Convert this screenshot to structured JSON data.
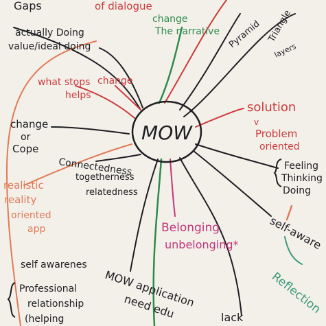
{
  "palette": {
    "paper": "#f3f0ea",
    "ink_black": "#1d1d22",
    "ink_red": "#cc3b3b",
    "ink_green": "#2e8a4a",
    "ink_orange": "#e07a55",
    "ink_pink": "#c2357a",
    "ink_teal": "#3c9a7a"
  },
  "mindmap": {
    "center": "MOW",
    "notes": {
      "gaps": "Gaps",
      "of_dialogue": "of dialogue",
      "change_the": "change",
      "the_narrative": "The narrative",
      "actually_doing": "actually Doing",
      "value_ideal": "value/ideal doing",
      "pyramid": "Pyramid",
      "triangle": "Triangle",
      "layers": "layers",
      "what_stops": "what stops",
      "helps": "helps",
      "change_red": "change",
      "solution": "solution",
      "v": "v",
      "problem": "Problem",
      "oriented": "oriented",
      "change_or": "change",
      "or": "or",
      "cope": "Cope",
      "connectedness": "Connectedness",
      "togetherness": "togetherness",
      "relatedness": "relatedness",
      "feeling": "Feeling",
      "thinking": "Thinking",
      "doing": "Doing",
      "realistic": "realistic",
      "reality": "reality",
      "oriented2": "oriented",
      "app": "app",
      "self_aware_right": "self-aware",
      "belonging": "Belonging",
      "unbelonging": "unbelonging*",
      "reflection": "Reflection",
      "self_awareness": "self awarenes",
      "professional": "Professional",
      "relationship": "relationship",
      "helping": "(helping",
      "mow_application": "MOW application",
      "need_edu": "need edu",
      "lack": "lack"
    }
  }
}
